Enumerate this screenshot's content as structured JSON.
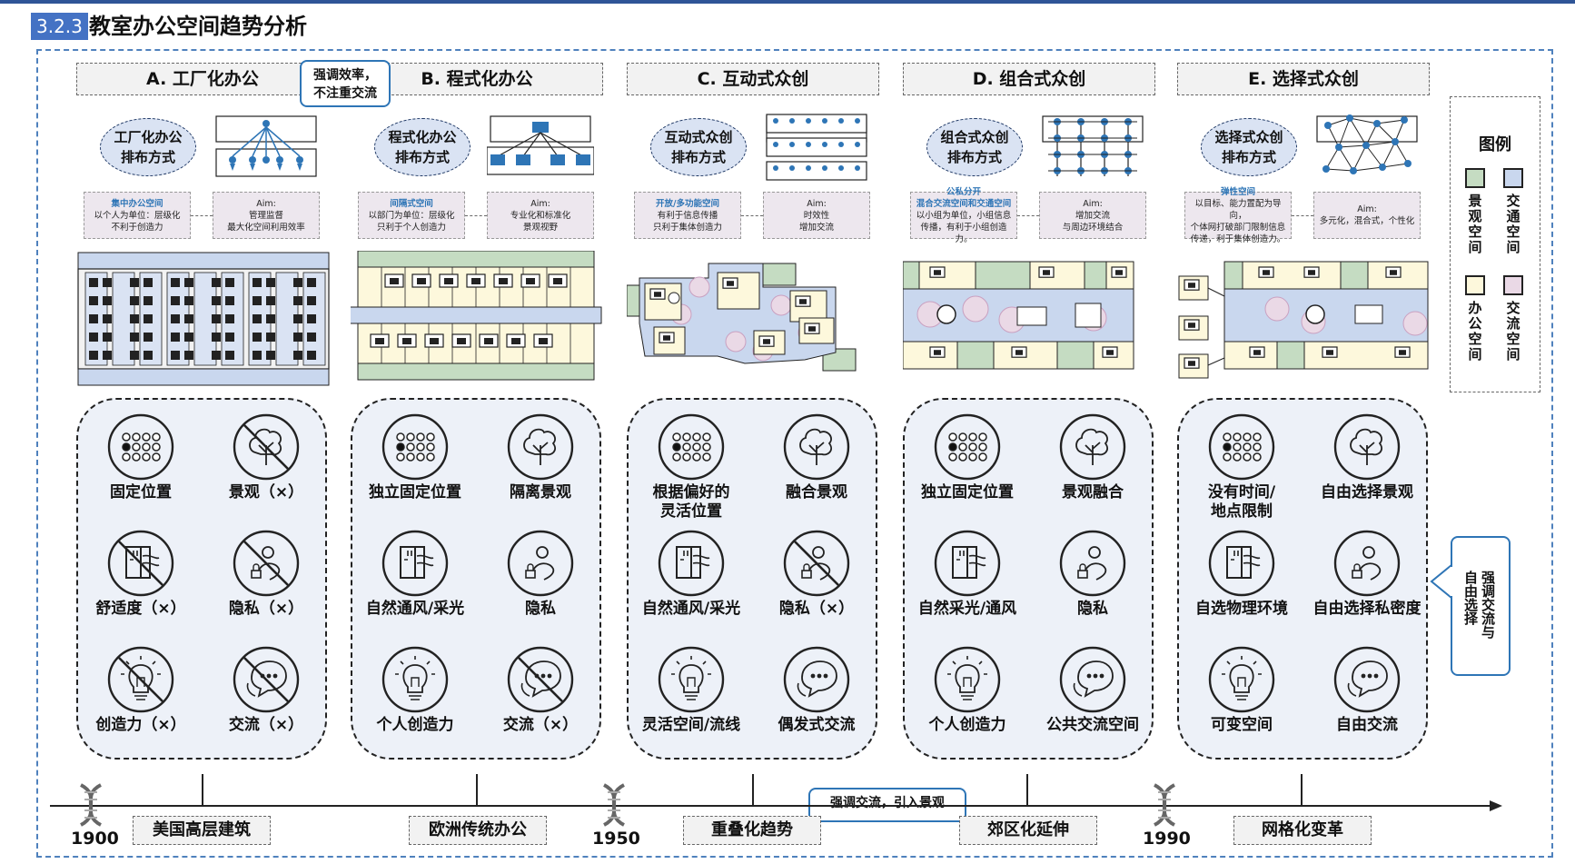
{
  "section": {
    "number": "3.2.3",
    "title": "教室办公空间趋势分析"
  },
  "colors": {
    "landscape": "#c5dcc2",
    "traffic": "#c9d7ee",
    "office": "#fdf8dc",
    "communication": "#ead9e6",
    "accent": "#2e75b6"
  },
  "columns": [
    {
      "header": "A. 工厂化办公",
      "oval": "工厂化办公\n排布方式",
      "left_note_hl": "集中办公空间",
      "left_note": "以个人为单位：层级化\n不利于创造力",
      "right_note_hl": "Aim:",
      "right_note": "管理监督\n最大化空间利用效率",
      "items": [
        {
          "label": "固定位置",
          "icon": "grid-dots-icon"
        },
        {
          "label": "景观（×）",
          "icon": "tree-crossed-icon"
        },
        {
          "label": "舒适度（×）",
          "icon": "window-crossed-icon"
        },
        {
          "label": "隐私（×）",
          "icon": "privacy-crossed-icon"
        },
        {
          "label": "创造力（×）",
          "icon": "lightbulb-crossed-icon"
        },
        {
          "label": "交流（×）",
          "icon": "chat-crossed-icon"
        }
      ]
    },
    {
      "header": "B. 程式化办公",
      "oval": "程式化办公\n排布方式",
      "left_note_hl": "间隔式空间",
      "left_note": "以部门为单位：层级化\n只利于个人创造力",
      "right_note_hl": "Aim:",
      "right_note": "专业化和标准化\n景观视野",
      "items": [
        {
          "label": "独立固定位置",
          "icon": "grid-dots-icon"
        },
        {
          "label": "隔离景观",
          "icon": "tree-icon"
        },
        {
          "label": "自然通风/采光",
          "icon": "window-icon"
        },
        {
          "label": "隐私",
          "icon": "privacy-icon"
        },
        {
          "label": "个人创造力",
          "icon": "lightbulb-icon"
        },
        {
          "label": "交流（×）",
          "icon": "chat-crossed-icon"
        }
      ]
    },
    {
      "header": "C. 互动式众创",
      "oval": "互动式众创\n排布方式",
      "left_note_hl": "开放/多功能空间",
      "left_note": "有利于信息传播\n只利于集体创造力",
      "right_note_hl": "Aim:",
      "right_note": "时效性\n增加交流",
      "items": [
        {
          "label": "根据偏好的\n灵活位置",
          "icon": "grid-dots-icon"
        },
        {
          "label": "融合景观",
          "icon": "tree-icon"
        },
        {
          "label": "自然通风/采光",
          "icon": "window-icon"
        },
        {
          "label": "隐私（×）",
          "icon": "privacy-crossed-icon"
        },
        {
          "label": "灵活空间/流线",
          "icon": "lightbulb-icon"
        },
        {
          "label": "偶发式交流",
          "icon": "chat-icon"
        }
      ]
    },
    {
      "header": "D. 组合式众创",
      "oval": "组合式众创\n排布方式",
      "left_note_hl": "公私分开\n混合交流空间和交通空间",
      "left_note": "以小组为单位，小组信息\n传播，有利于小组创造力。",
      "right_note_hl": "Aim:",
      "right_note": "增加交流\n与周边环境结合",
      "items": [
        {
          "label": "独立固定位置",
          "icon": "grid-dots-icon"
        },
        {
          "label": "景观融合",
          "icon": "tree-icon"
        },
        {
          "label": "自然采光/通风",
          "icon": "window-icon"
        },
        {
          "label": "隐私",
          "icon": "privacy-icon"
        },
        {
          "label": "个人创造力",
          "icon": "lightbulb-icon"
        },
        {
          "label": "公共交流空间",
          "icon": "chat-icon"
        }
      ]
    },
    {
      "header": "E. 选择式众创",
      "oval": "选择式众创\n排布方式",
      "left_note_hl": "弹性空间",
      "left_note": "以目标、能力置配为导向，\n个体网打破部门限制信息\n传递，利于集体创造力。",
      "right_note_hl": "Aim:",
      "right_note": "多元化，混合式，个性化",
      "items": [
        {
          "label": "没有时间/\n地点限制",
          "icon": "grid-dots-icon"
        },
        {
          "label": "自由选择景观",
          "icon": "tree-icon"
        },
        {
          "label": "自选物理环境",
          "icon": "window-icon"
        },
        {
          "label": "自由选择私密度",
          "icon": "privacy-icon"
        },
        {
          "label": "可变空间",
          "icon": "lightbulb-icon"
        },
        {
          "label": "自由交流",
          "icon": "chat-icon"
        }
      ]
    }
  ],
  "callouts": {
    "efficiency": "强调效率，\n不注重交流",
    "landscape": "强调交流，引入景观",
    "freedom": "强调交流与\n自由选择"
  },
  "legend": {
    "title": "图例",
    "items": [
      {
        "label": "景观空间",
        "color": "#c5dcc2"
      },
      {
        "label": "交通空间",
        "color": "#c9d7ee"
      },
      {
        "label": "办公空间",
        "color": "#fdf8dc"
      },
      {
        "label": "交流空间",
        "color": "#ead9e6"
      }
    ]
  },
  "timeline": {
    "years": [
      "1900",
      "1950",
      "1990"
    ],
    "eras": [
      "美国高层建筑",
      "欧洲传统办公",
      "重叠化趋势",
      "郊区化延伸",
      "网格化变革"
    ]
  }
}
